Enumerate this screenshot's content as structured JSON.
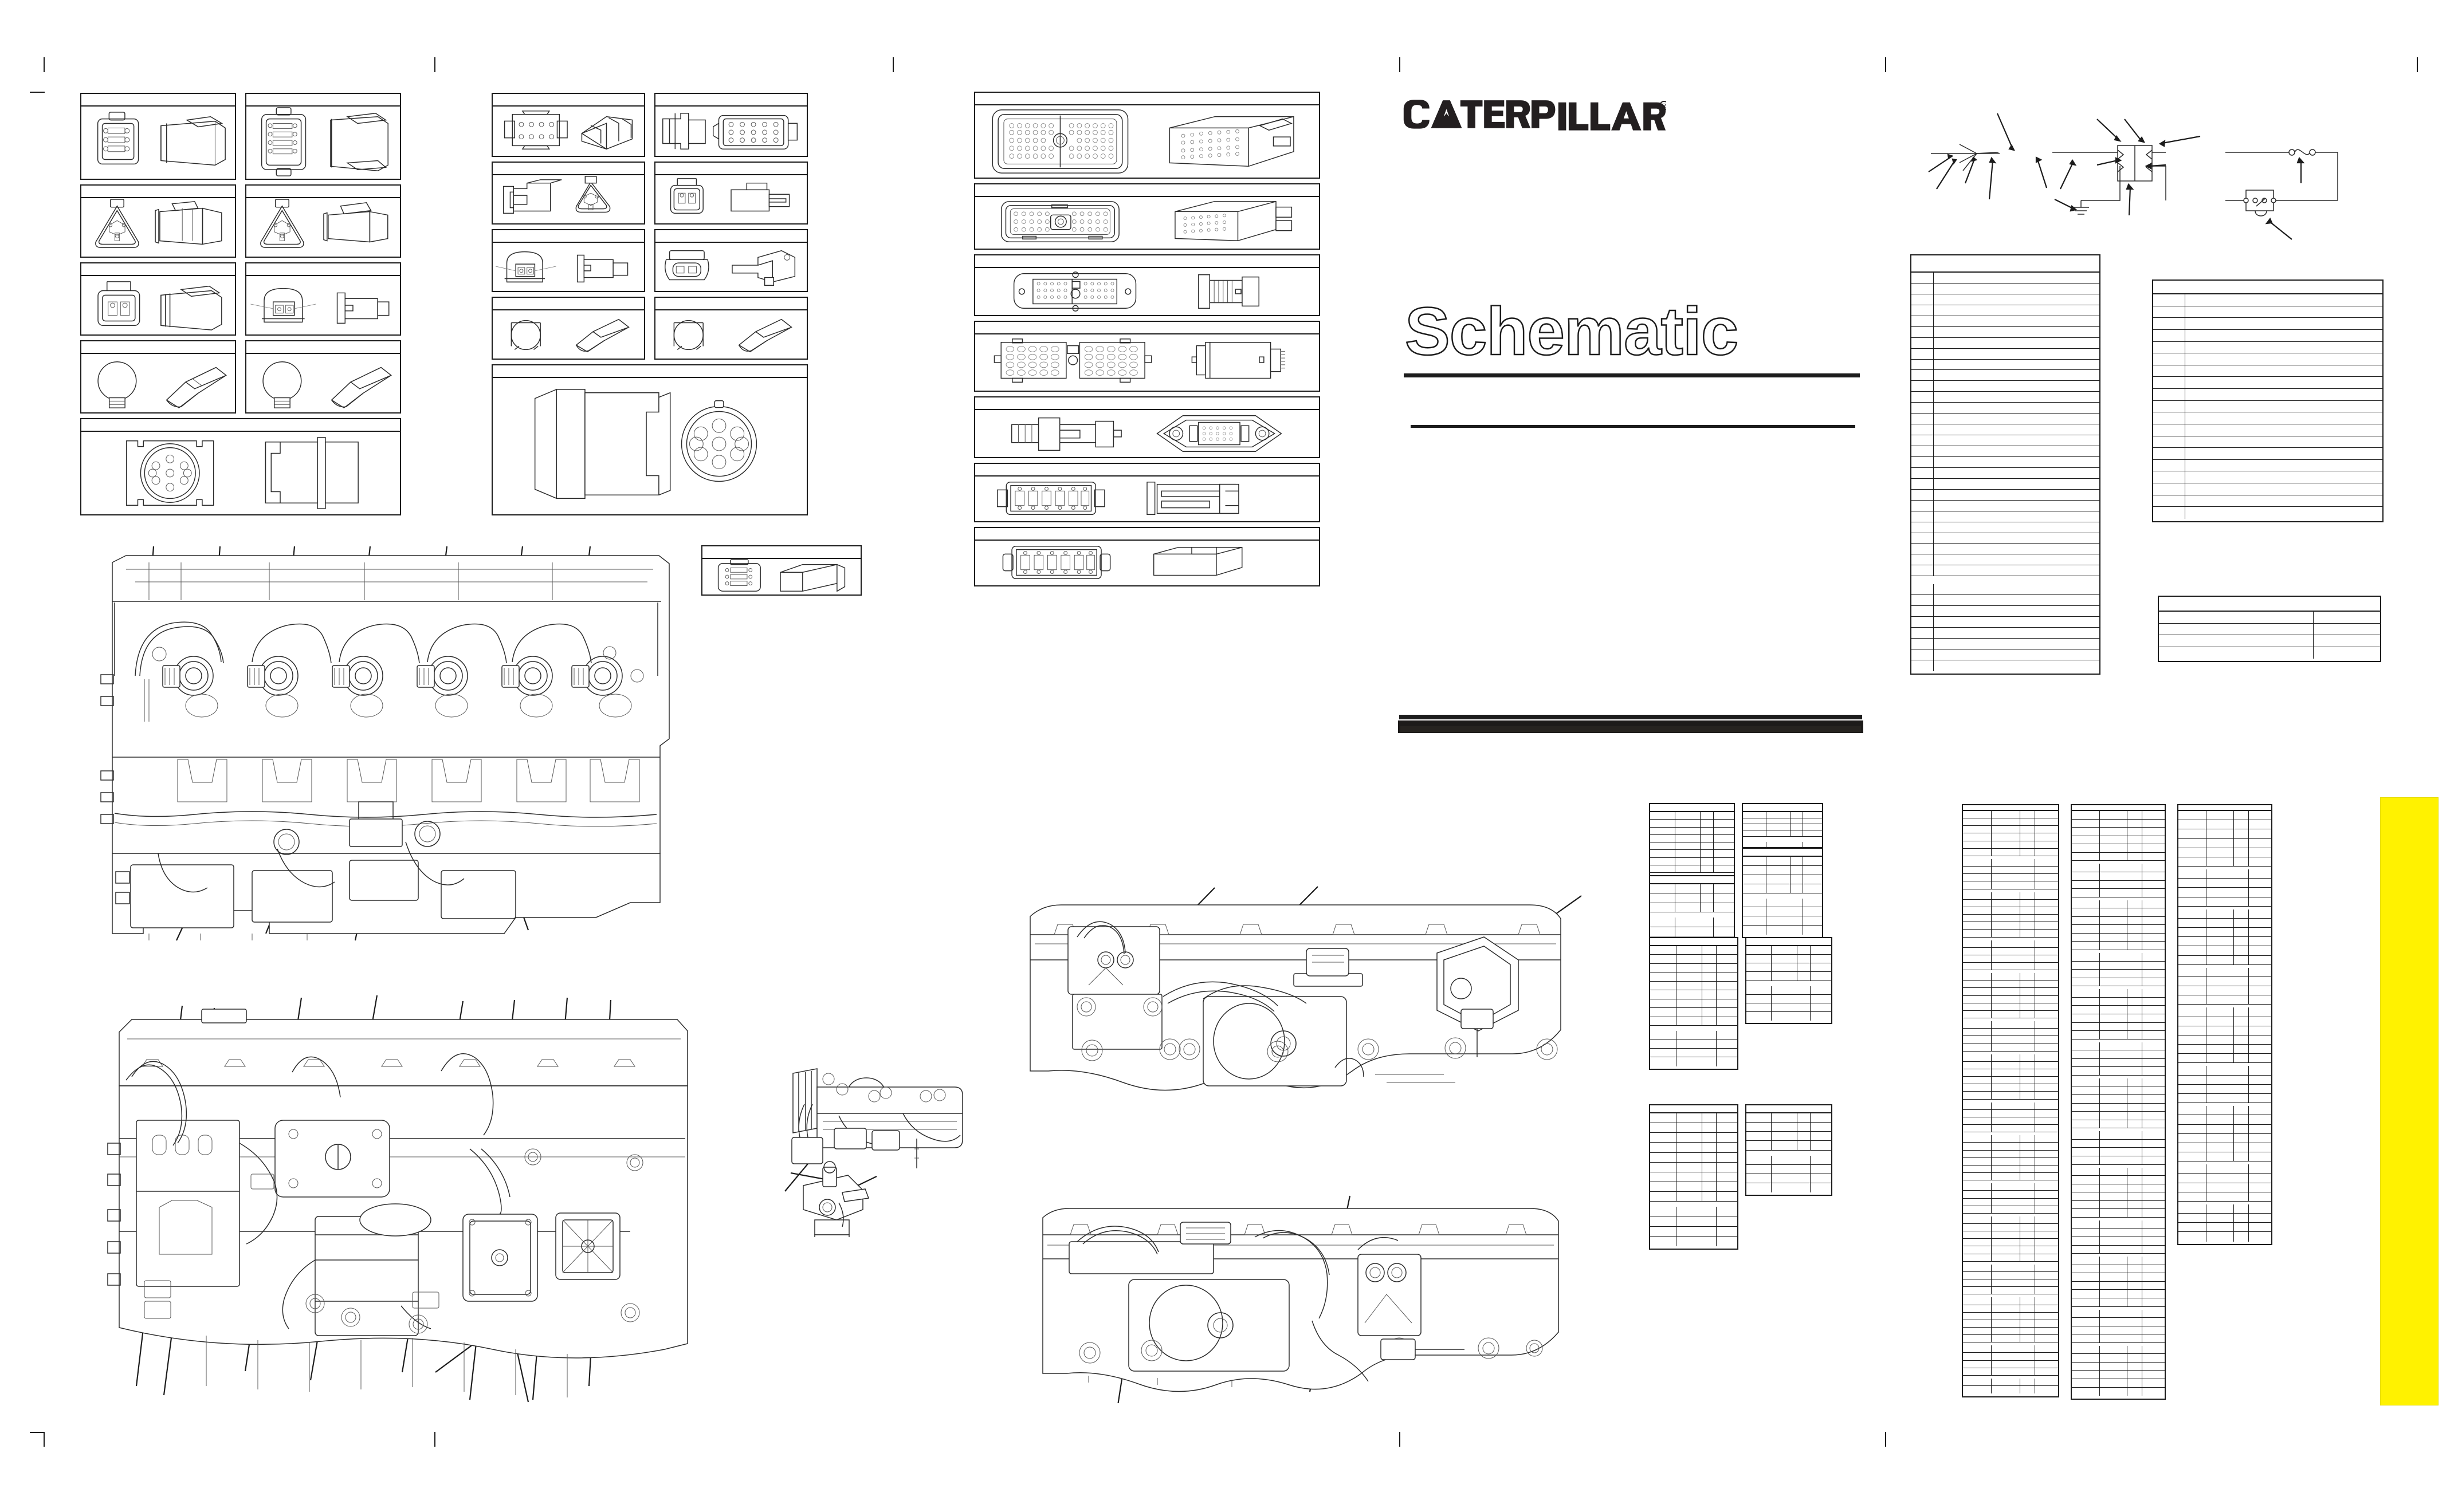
{
  "document": {
    "brand": "CATERPILLAR",
    "brand_trademark": "®",
    "title": "Schematic",
    "subtitle_line": "",
    "sheet_type": "electrical-system-schematic-title-sheet"
  },
  "crop_marks": {
    "label": "registration-tick",
    "count": 12
  },
  "connector_groups": [
    {
      "group": "left-column-a",
      "boxes": [
        {
          "label": "",
          "icon_left": "connector-face-3x2-rect",
          "icon_right": "connector-body-isometric"
        },
        {
          "label": "",
          "icon_left": "connector-face-4x2-rect",
          "icon_right": "connector-body-isometric"
        },
        {
          "label": "",
          "icon_left": "connector-face-triangular-3pin",
          "icon_right": "connector-body-barrel"
        },
        {
          "label": "",
          "icon_left": "connector-face-triangular-3pin",
          "icon_right": "connector-body-barrel"
        },
        {
          "label": "",
          "icon_left": "connector-face-2pin-square",
          "icon_right": "connector-body-isometric"
        },
        {
          "label": "",
          "icon_left": "connector-face-2pin-clip",
          "icon_right": "connector-body-flange"
        },
        {
          "label": "",
          "icon_left": "bulb-socket-round",
          "icon_right": "bulb-barrel-isometric"
        },
        {
          "label": "",
          "icon_left": "bulb-socket-round",
          "icon_right": "bulb-barrel-isometric"
        },
        {
          "label": "",
          "icon_left": "circular-connector-9pin",
          "icon_right": "connector-shell-block"
        }
      ]
    },
    {
      "group": "left-column-b",
      "boxes": [
        {
          "label": "",
          "icon_left": "connector-face-8pin-rect",
          "icon_right": "connector-body-isometric"
        },
        {
          "label": "",
          "icon_left": "connector-body-isometric",
          "icon_right": "connector-face-18pin-rect"
        },
        {
          "label": "",
          "icon_left": "connector-body-side",
          "icon_right": "connector-face-triangular-3pin"
        },
        {
          "label": "",
          "icon_left": "connector-face-2pin-square",
          "icon_right": "connector-body-side"
        },
        {
          "label": "",
          "icon_left": "connector-face-2pin-clip",
          "icon_right": "connector-body-flange"
        },
        {
          "label": "",
          "icon_left": "connector-face-2pin-oval",
          "icon_right": "connector-body-angled"
        },
        {
          "label": "",
          "icon_left": "bulb-socket-round",
          "icon_right": "bulb-barrel-isometric"
        },
        {
          "label": "",
          "icon_left": "bulb-socket-round",
          "icon_right": "bulb-barrel-isometric"
        },
        {
          "label": "",
          "icon_left": "connector-shell-block",
          "icon_right": "circular-connector-9pin"
        }
      ]
    },
    {
      "group": "center-column",
      "boxes": [
        {
          "label": "",
          "icon_left": "ecm-connector-120pin-face",
          "icon_right": "ecm-connector-120pin-isometric"
        },
        {
          "label": "",
          "icon_left": "ecm-connector-70pin-face",
          "icon_right": "ecm-connector-70pin-isometric"
        },
        {
          "label": "",
          "icon_left": "connector-face-40pin-flanged",
          "icon_right": "connector-body-cylindrical"
        },
        {
          "label": "",
          "icon_left": "connector-face-40pin-large",
          "icon_right": "connector-body-cylindrical"
        },
        {
          "label": "",
          "icon_left": "connector-body-threaded",
          "icon_right": "connector-face-diamond-flange"
        },
        {
          "label": "",
          "icon_left": "terminal-strip-6way",
          "icon_right": "terminal-strip-side"
        },
        {
          "label": "",
          "icon_left": "terminal-strip-6way",
          "icon_right": "terminal-block-isometric"
        }
      ]
    },
    {
      "group": "inset",
      "boxes": [
        {
          "label": "",
          "icon_left": "connector-face-3x2-rect",
          "icon_right": "connector-body-isometric"
        }
      ]
    }
  ],
  "legend": {
    "title": "",
    "symbols": [
      {
        "name": "wire-splice-symbol",
        "callouts": 4
      },
      {
        "name": "connector-pair-symbol",
        "callouts": 4
      },
      {
        "name": "ground-symbol",
        "callouts": 1
      },
      {
        "name": "fuse-symbol",
        "callouts": 1
      },
      {
        "name": "switch-symbol",
        "callouts": 1
      }
    ]
  },
  "tables": {
    "component_list": {
      "title": "",
      "columns": [
        "",
        ""
      ],
      "col_widths": [
        0.12,
        0.88
      ],
      "rows_block_1": 28,
      "rows_block_2": 8
    },
    "harness_list": {
      "title": "",
      "columns": [
        "",
        ""
      ],
      "col_widths": [
        0.14,
        0.86
      ],
      "rows_block_1": 19
    },
    "revision_block": {
      "title": "",
      "columns": [
        "",
        ""
      ],
      "col_widths": [
        0.7,
        0.3
      ],
      "rows_block_1": 4
    },
    "wire_tables_small": [
      {
        "columns": 4,
        "rows_a": 8,
        "rows_b": 4
      },
      {
        "columns": 4,
        "rows_a": 4,
        "rows_b": 4
      },
      {
        "columns": 4,
        "rows_a": 3,
        "rows_b": 4
      },
      {
        "columns": 4,
        "rows_a": 4,
        "rows_b": 4
      },
      {
        "columns": 4,
        "rows_a": 9,
        "rows_b": 4
      },
      {
        "columns": 4,
        "rows_a": 4,
        "rows_b": 4
      },
      {
        "columns": 4,
        "rows_a": 9,
        "rows_b": 4
      },
      {
        "columns": 4,
        "rows_a": 4,
        "rows_b": 4
      }
    ],
    "wire_tables_tall": [
      {
        "columns": 4,
        "rows": 72
      },
      {
        "columns": 4,
        "rows": 66
      },
      {
        "columns": 4,
        "rows": 44
      }
    ]
  },
  "drawings": [
    {
      "name": "engine-cylinder-head-left-view",
      "leader_count": 14
    },
    {
      "name": "engine-block-left-side-view",
      "leader_count": 13
    },
    {
      "name": "engine-top-view-upper",
      "leader_count": 4
    },
    {
      "name": "engine-top-view-lower",
      "leader_count": 3
    },
    {
      "name": "fuel-system-inset-view",
      "leader_count": 1,
      "callout": "1"
    },
    {
      "name": "fuel-filter-inset-view",
      "leader_count": 2
    }
  ],
  "colors": {
    "line": "#1c1c1c",
    "thin_line": "#555555",
    "accent_yellow": "#fff200",
    "black_bar": "#1d1b1a",
    "paper": "#ffffff"
  }
}
